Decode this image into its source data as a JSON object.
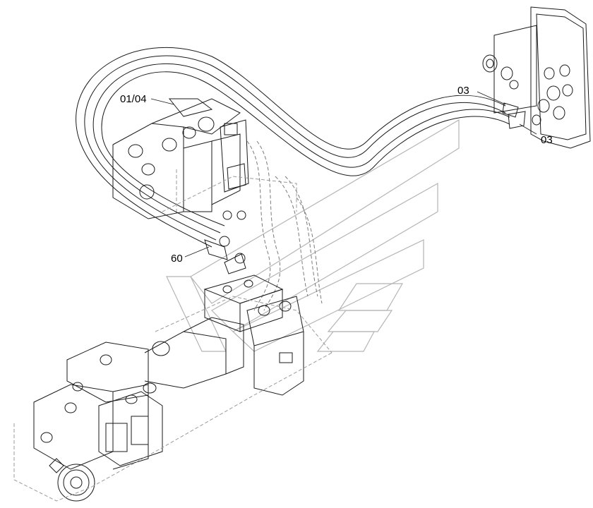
{
  "callouts": {
    "part_01_04": "01/04",
    "part_03_upper": "03",
    "part_03_lower": "03",
    "part_60": "60"
  },
  "colors": {
    "line": "#1a1a1a",
    "ghost": "#9a9a9a",
    "background": "#ffffff"
  }
}
